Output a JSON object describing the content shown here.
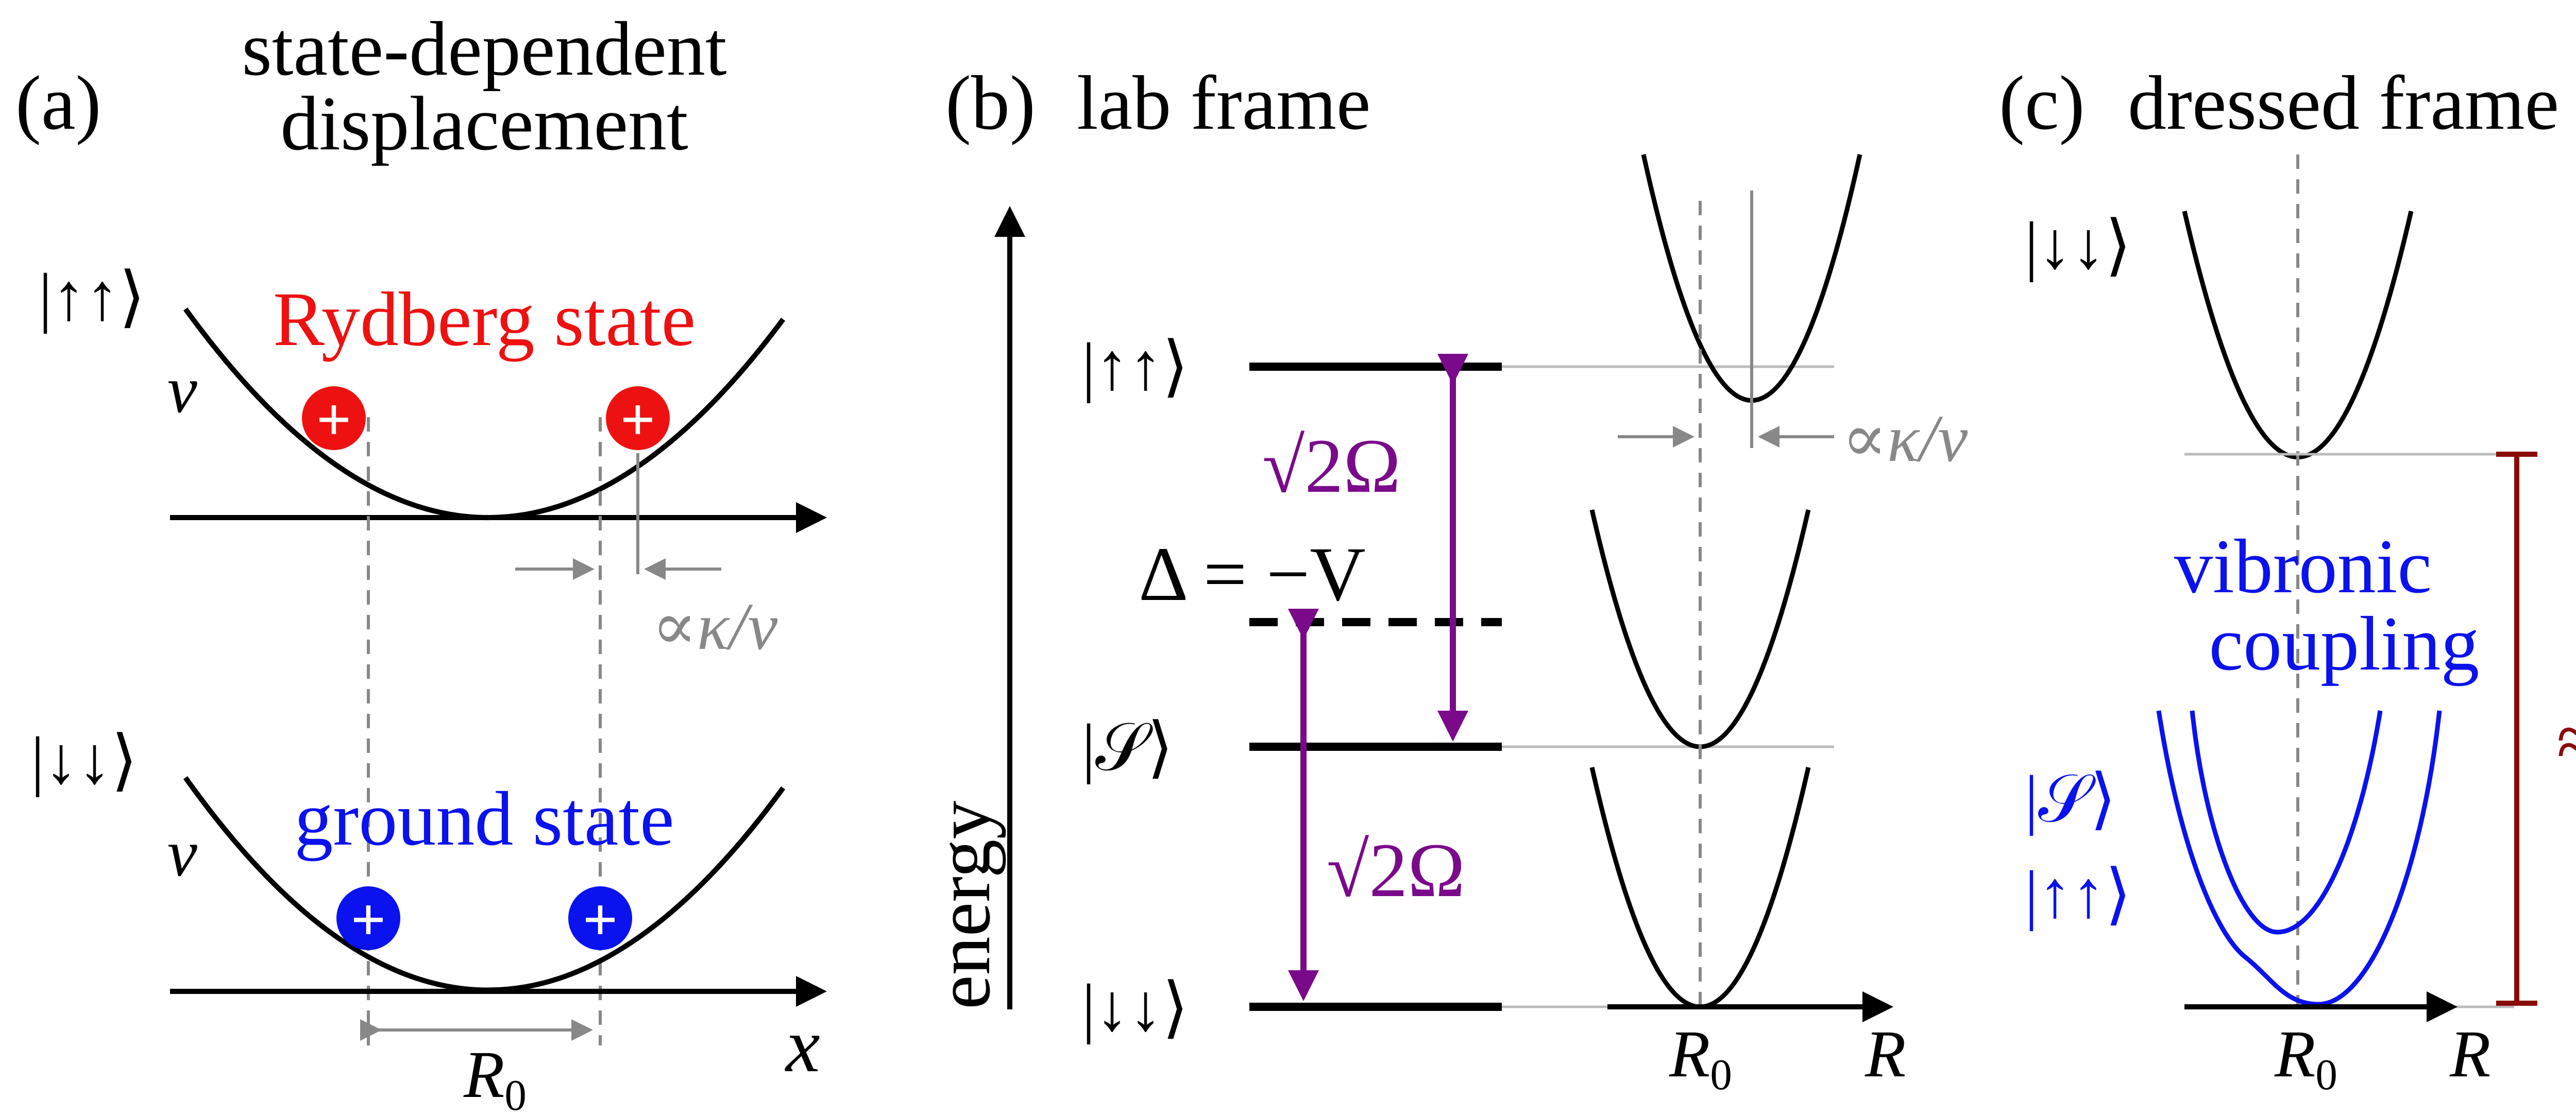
{
  "panels": {
    "a": {
      "label": "(a)",
      "title_line1": "state-dependent",
      "title_line2": "displacement",
      "ket_upper": "|↑↑⟩",
      "ket_lower": "|↓↓⟩",
      "nu_upper": "ν",
      "nu_lower": "ν",
      "rydberg_label": "Rydberg state",
      "ground_label": "ground state",
      "shift_label": "∝κ/ν",
      "r0_main": "R",
      "r0_sub": "0",
      "x_axis": "x",
      "ion_symbol": "+"
    },
    "b": {
      "label": "(b)",
      "title": "lab frame",
      "ket_upup": "|↑↑⟩",
      "ket_s": "|𝒮⟩",
      "ket_downdown": "|↓↓⟩",
      "detuning_label": "Δ = −V",
      "rabi_upper": "√2Ω",
      "rabi_lower": "√2Ω",
      "energy_axis": "energy",
      "shift_label": "∝κ/ν",
      "r0_main": "R",
      "r0_sub": "0",
      "r_axis": "R"
    },
    "c": {
      "label": "(c)",
      "title": "dressed frame",
      "ket_downdown": "|↓↓⟩",
      "vibronic_line1": "vibronic",
      "vibronic_line2": "coupling",
      "ket_s": "|𝒮⟩",
      "ket_upup": "|↑↑⟩",
      "approx_v": "≈V",
      "r0_main": "R",
      "r0_sub": "0",
      "r_axis": "R"
    }
  },
  "colors": {
    "rydberg": "#ee1111",
    "ground": "#0a12ee",
    "rabi": "#7a0a8a",
    "gray": "#888888",
    "dark_red": "#8a0a0a",
    "black": "#000000"
  }
}
